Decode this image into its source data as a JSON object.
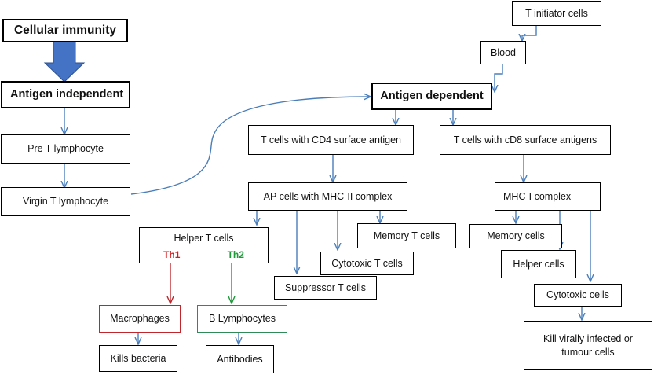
{
  "diagram": {
    "title": "Cellular immunity",
    "antigen_independent": "Antigen independent",
    "pre_t": "Pre T lymphocyte",
    "virgin_t": "Virgin T lymphocyte",
    "t_initiator": "T initiator cells",
    "blood": "Blood",
    "antigen_dependent": "Antigen dependent",
    "cd4": "T cells with CD4 surface antigen",
    "cd8": "T cells with cD8 surface antigens",
    "ap_cells": "AP cells with MHC-II complex",
    "mhc1": "MHC-I complex",
    "helper_t": "Helper T cells",
    "th1": "Th1",
    "th2": "Th2",
    "memory_t": "Memory T cells",
    "cytotoxic_t": "Cytotoxic T cells",
    "suppressor_t": "Suppressor T cells",
    "memory_cells": "Memory cells",
    "helper_cells": "Helper cells",
    "cytotoxic_cells": "Cytotoxic cells",
    "kill_virally_1": "Kill virally infected or",
    "kill_virally_2": "tumour cells",
    "macrophages": "Macrophages",
    "kills_bacteria": "Kills bacteria",
    "b_lymphocytes": "B Lymphocytes",
    "antibodies": "Antibodies"
  },
  "colors": {
    "arrow": "#4a7ebb",
    "big_arrow": "#4472c4",
    "th1": "#d7191c",
    "th2": "#1e9a3a",
    "macrophage_border": "#c0272d",
    "b_lymph_border": "#2e8b57"
  }
}
